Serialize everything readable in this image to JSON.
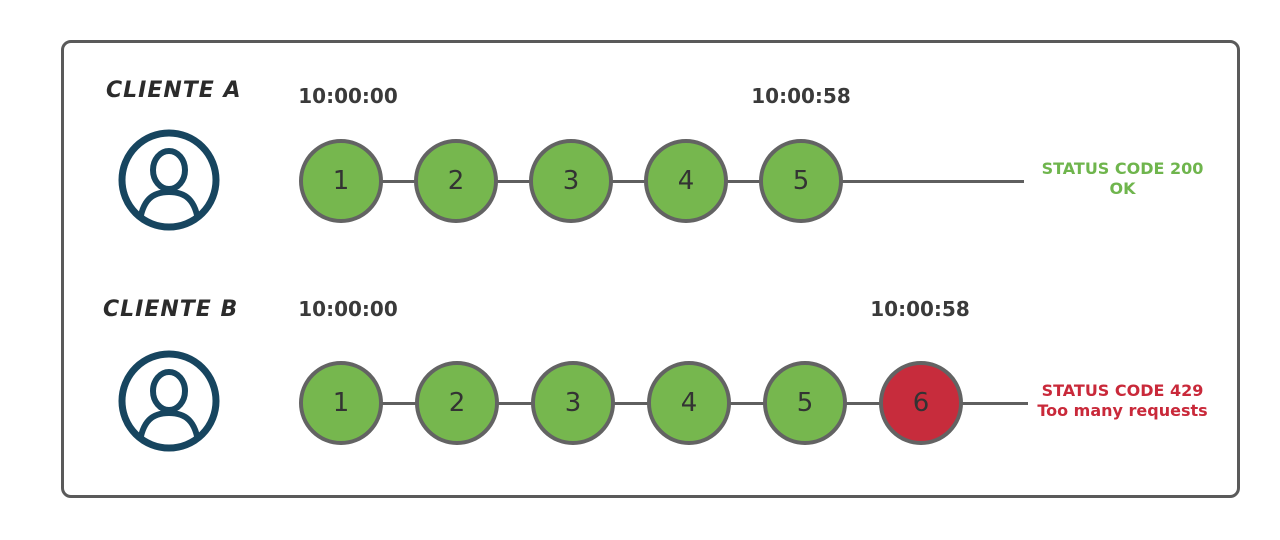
{
  "colors": {
    "success": "#76b74e",
    "error": "#c72c3c",
    "node_border": "#636363",
    "connector": "#5f5f5f",
    "frame_border": "#5a5a5a",
    "avatar": "#17455f",
    "timestamp_text": "#3a3a3a",
    "status_ok_text": "#6fb54d",
    "status_error_text": "#c9293a"
  },
  "rows": [
    {
      "client": "CLIENTE A",
      "avatar_icon": "user-avatar-icon",
      "start_time": "10:00:00",
      "end_time": "10:00:58",
      "requests": [
        "1",
        "2",
        "3",
        "4",
        "5"
      ],
      "request_states": [
        "success",
        "success",
        "success",
        "success",
        "success"
      ],
      "status_title": "STATUS CODE 200",
      "status_subtitle": "OK"
    },
    {
      "client": "CLIENTE B",
      "avatar_icon": "user-avatar-icon",
      "start_time": "10:00:00",
      "end_time": "10:00:58",
      "requests": [
        "1",
        "2",
        "3",
        "4",
        "5",
        "6"
      ],
      "request_states": [
        "success",
        "success",
        "success",
        "success",
        "success",
        "error"
      ],
      "status_title": "STATUS CODE 429",
      "status_subtitle": "Too many requests"
    }
  ]
}
